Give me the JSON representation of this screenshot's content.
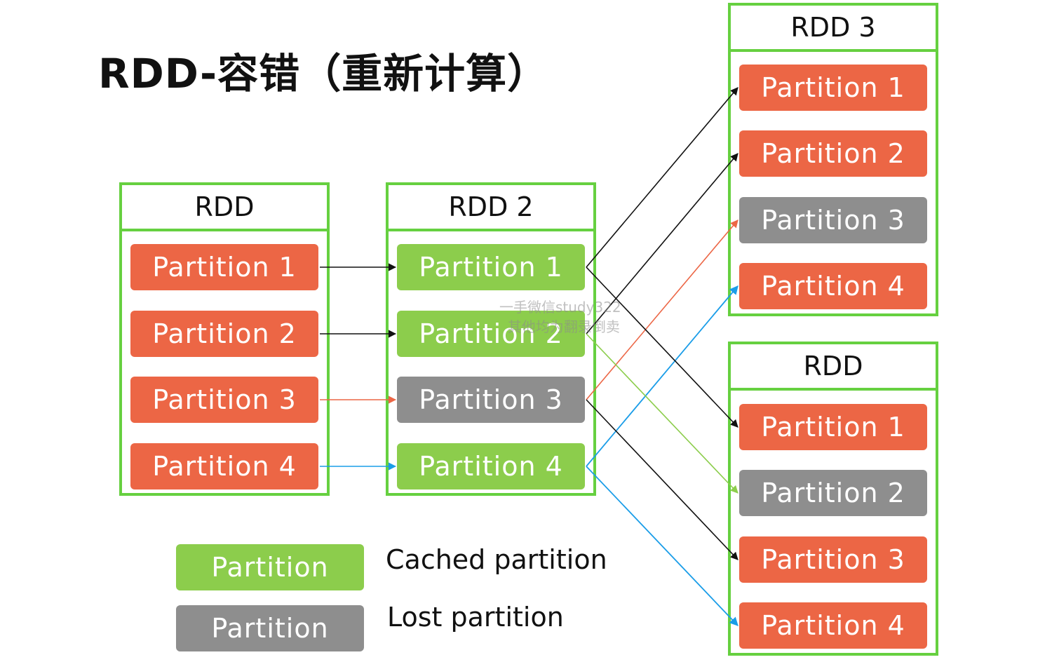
{
  "title": "RDD-容错（重新计算）",
  "rdds": {
    "rdd1": {
      "title": "RDD",
      "partitions": [
        "Partition 1",
        "Partition 2",
        "Partition 3",
        "Partition 4"
      ]
    },
    "rdd2": {
      "title": "RDD 2",
      "partitions": [
        "Partition 1",
        "Partition 2",
        "Partition 3",
        "Partition 4"
      ]
    },
    "rdd3": {
      "title": "RDD 3",
      "partitions": [
        "Partition 1",
        "Partition 2",
        "Partition 3",
        "Partition 4"
      ]
    },
    "rdd4": {
      "title": "RDD",
      "partitions": [
        "Partition 1",
        "Partition 2",
        "Partition 3",
        "Partition 4"
      ]
    }
  },
  "legend": {
    "cached_swatch": "Partition",
    "cached_label": "Cached partition",
    "lost_swatch": "Partition",
    "lost_label": "Lost partition"
  },
  "overlay_text": {
    "line1": "一手微信study322",
    "line2": "其他均为翻录倒卖"
  },
  "colors": {
    "box_border": "#66d040",
    "partition_normal": "#ec6645",
    "partition_cached": "#8ccd4c",
    "partition_lost": "#8e8e8e",
    "arrow_black": "#111111",
    "arrow_orange": "#ec6645",
    "arrow_green": "#8ccd4c",
    "arrow_blue": "#1a9de8"
  }
}
